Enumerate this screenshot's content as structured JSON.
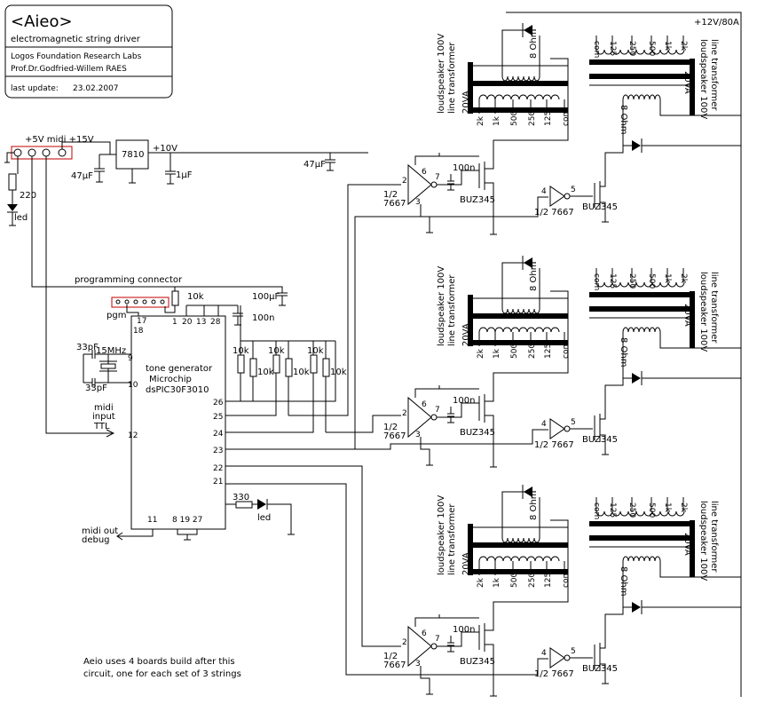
{
  "title_block": {
    "title": "<Aieo>",
    "subtitle": "electromagnetic string driver",
    "org": "Logos Foundation Research Labs",
    "author": "Prof.Dr.Godfried-Willem RAES",
    "update_label": "last update:",
    "update_date": "23.02.2007"
  },
  "power": {
    "supply_label": "+12V/80A",
    "plus10": "+10V",
    "regulator": "7810",
    "c47": "47µF",
    "c47b": "47µF",
    "c1": "1µF",
    "c100u": "100µF",
    "c100n": "100n",
    "supply_connector": "+5V midi  +15V",
    "r220": "220",
    "led1": "led"
  },
  "mcu": {
    "prog_label": "programming connector",
    "pgm": "pgm",
    "p17": "17",
    "p18": "18",
    "p1": "1",
    "p20": "20",
    "p13": "13",
    "p28": "28",
    "r10k_top": "10k",
    "c33a": "33pF",
    "c33b": "33pF",
    "xtal": "15MHz",
    "p9": "9",
    "p10": "10",
    "midi_in": [
      "midi",
      "input",
      "TTL"
    ],
    "p12": "12",
    "name1": "tone generator",
    "name2": "Microchip",
    "name3": "dsPIC30F3010",
    "p26": "26",
    "p25": "25",
    "p24": "24",
    "p23": "23",
    "p22": "22",
    "p21": "21",
    "p11": "11",
    "pbottom": "8 19 27",
    "midi_out": [
      "midi out",
      "debug"
    ],
    "r330": "330",
    "led2": "led",
    "r10k": "10k"
  },
  "driver": {
    "half": "1/2",
    "chip": "7667",
    "half_chip": "1/2 7667",
    "p2": "2",
    "p6": "6",
    "p7": "7",
    "p3": "3",
    "p4": "4",
    "p5": "5",
    "fet": "BUZ345",
    "cap": "100n",
    "c47": "47µF"
  },
  "transformer": {
    "spk1": "loudspeaker 100V",
    "spk2": "line transformer",
    "va": "20VA",
    "ohm": "8 Ohm",
    "taps": [
      "2k",
      "1k",
      "500",
      "250",
      "125",
      "com"
    ]
  },
  "note": [
    "Aeio uses 4 boards build after this",
    "circuit, one for each set of 3 strings"
  ]
}
